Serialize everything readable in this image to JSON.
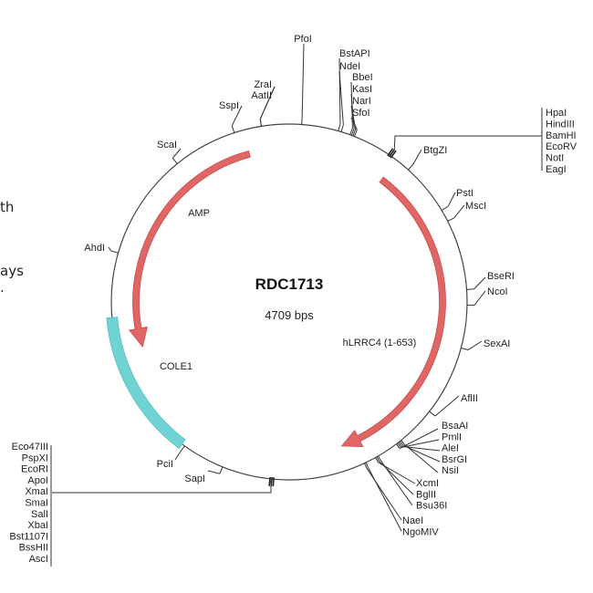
{
  "plasmid": {
    "name": "RDC1713",
    "size_label": "4709 bps",
    "total_bp": 4709
  },
  "colors": {
    "backbone": "#444444",
    "gene_arrow": "#e06666",
    "gene_arrow_stroke": "#c94f4f",
    "origin": "#6fd3d3",
    "origin_stroke": "#4fb8b8",
    "site_line": "#333333"
  },
  "features": [
    {
      "id": "amp",
      "label": "AMP",
      "type": "gene",
      "direction": "ccw",
      "start_deg": -15,
      "end_deg": -107
    },
    {
      "id": "hlrrc4",
      "label": "hLRRC4 (1-653)",
      "type": "gene",
      "direction": "cw",
      "start_deg": 37,
      "end_deg": 160
    },
    {
      "id": "cole1",
      "label": "COLE1",
      "type": "origin",
      "start_deg": -95,
      "end_deg": -143
    }
  ],
  "sites": [
    {
      "name": "PfoI",
      "deg": 4
    },
    {
      "name": "BstAPI",
      "deg": 16
    },
    {
      "name": "NdeI",
      "deg": 17
    },
    {
      "name": "BbeI",
      "deg": 20
    },
    {
      "name": "KasI",
      "deg": 20.5
    },
    {
      "name": "NarI",
      "deg": 21
    },
    {
      "name": "SfoI",
      "deg": 21.5
    },
    {
      "name": "SspI",
      "deg": -18
    },
    {
      "name": "ZraI",
      "deg": -9
    },
    {
      "name": "AatII",
      "deg": -9
    },
    {
      "name": "ScaI",
      "deg": -39
    },
    {
      "name": "AhdI",
      "deg": -74
    },
    {
      "name": "BtgZI",
      "deg": 42
    },
    {
      "name": "PstI",
      "deg": 59
    },
    {
      "name": "MscI",
      "deg": 63
    },
    {
      "name": "BseRI",
      "deg": 86
    },
    {
      "name": "NcoI",
      "deg": 91
    },
    {
      "name": "SexAI",
      "deg": 105
    },
    {
      "name": "AflII",
      "deg": 128
    },
    {
      "name": "PciI",
      "deg": -144
    },
    {
      "name": "SapI",
      "deg": -158
    }
  ],
  "site_groups": [
    {
      "id": "mcs-right",
      "deg": 34,
      "names": [
        "HpaI",
        "HindIII",
        "BamHI",
        "EcoRV",
        "NotI",
        "EagI"
      ]
    },
    {
      "id": "mcs-bottom",
      "deg": -175,
      "names": [
        "Eco47III",
        "PspXI",
        "EcoRI",
        "ApoI",
        "XmaI",
        "SmaI",
        "SalI",
        "XbaI",
        "Bst1107I",
        "BssHII",
        "AscI"
      ]
    },
    {
      "id": "cluster-1",
      "deg": 143,
      "names": [
        "BsaAI",
        "PmlI",
        "AleI",
        "BsrGI",
        "NsiI"
      ]
    },
    {
      "id": "cluster-2",
      "deg": 151,
      "names": [
        "XcmI",
        "BglII",
        "Bsu36I"
      ]
    },
    {
      "id": "cluster-3",
      "deg": 155,
      "names": [
        "NaeI",
        "NgoMIV"
      ]
    }
  ],
  "margin_fragments": [
    "th",
    "ays",
    "."
  ]
}
